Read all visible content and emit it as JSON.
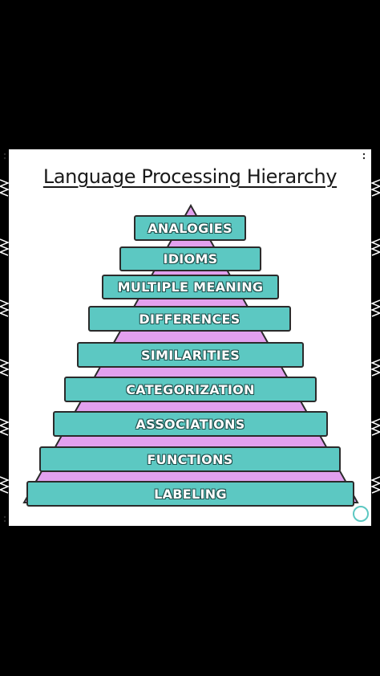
{
  "title": "Language Processing Hierarchy",
  "levels": [
    "ANALOGIES",
    "IDIOMS",
    "MULTIPLE MEANING",
    "DIFFERENCES",
    "SIMILARITIES",
    "CATEGORIZATION",
    "ASSOCIATIONS",
    "FUNCTIONS",
    "LABELING"
  ],
  "colors": {
    "bar_fill": "#5cc8c2",
    "pyramid_fill": "#e2a0ee",
    "outline": "#2b2b2b",
    "background": "#000000",
    "card": "#ffffff"
  }
}
